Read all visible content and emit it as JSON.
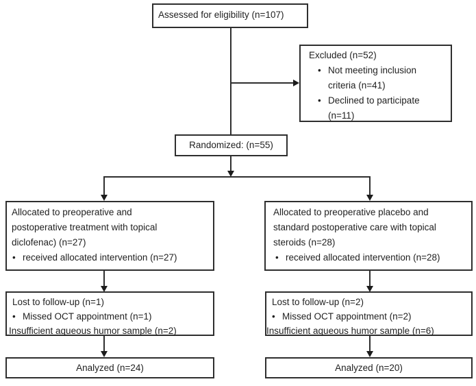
{
  "flow": {
    "assessed": {
      "text": "Assessed for eligibility (n=107)"
    },
    "excluded": {
      "title": "Excluded (n=52)",
      "bullets": [
        "Not meeting inclusion\ncriteria (n=41)",
        "Declined to participate\n(n=11)"
      ]
    },
    "randomized": {
      "text": "Randomized: (n=55)"
    },
    "allocation_left": {
      "title": "Allocated to preoperative and\npostoperative treatment with topical\ndiclofenac) (n=27)",
      "bullets": [
        "received allocated intervention (n=27)"
      ]
    },
    "allocation_right": {
      "title": "Allocated to preoperative placebo and\nstandard postoperative care with topical\nsteroids (n=28)",
      "bullets": [
        "received allocated intervention (n=28)"
      ]
    },
    "followup_left": {
      "title": "Lost to follow-up (n=1)",
      "bullets": [
        "Missed OCT appointment (n=1)"
      ],
      "note": "Insufficient aqueous humor sample (n=2)"
    },
    "followup_right": {
      "title": "Lost to follow-up (n=2)",
      "bullets": [
        "Missed OCT appointment (n=2)"
      ],
      "note": "Insufficient aqueous humor sample (n=6)"
    },
    "analyzed_left": {
      "text": "Analyzed (n=24)"
    },
    "analyzed_right": {
      "text": "Analyzed (n=20)"
    }
  },
  "style": {
    "bullet_glyph": "•",
    "line_color": "#2e2e2e",
    "text_color": "#1f1f1f",
    "background": "#ffffff"
  }
}
